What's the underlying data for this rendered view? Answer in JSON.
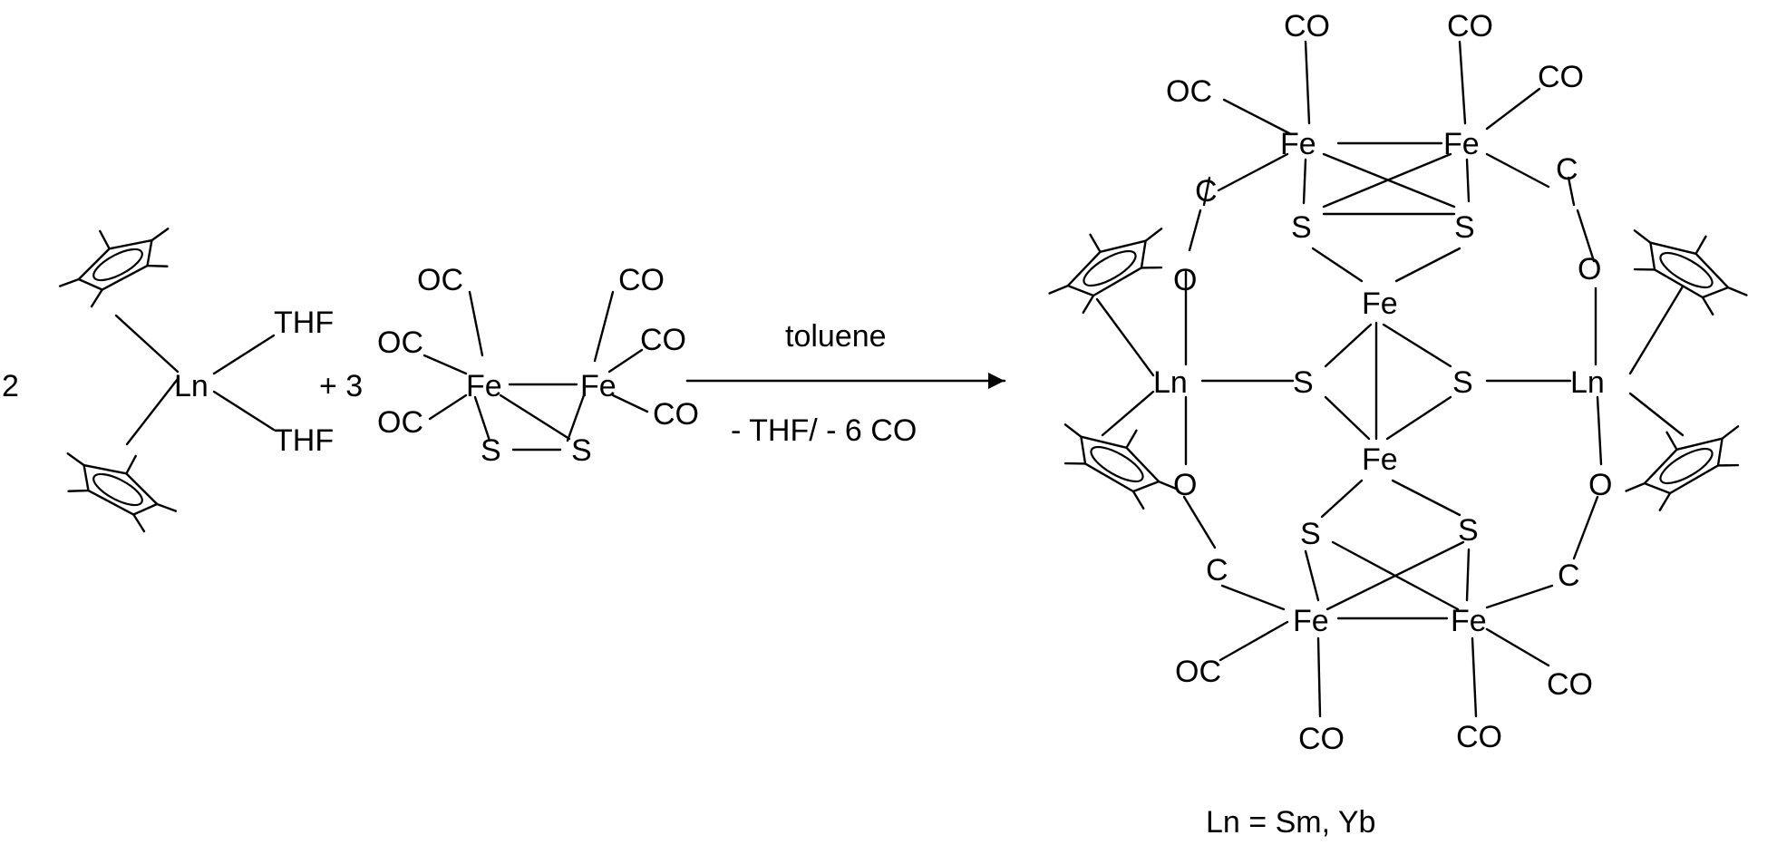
{
  "reactant_coefficient": "2",
  "plus_fe2s2": "+ 3",
  "metal": "Ln",
  "iron": "Fe",
  "sulfur": "S",
  "oxygen": "O",
  "carbon": "C",
  "carbonyl_right": "CO",
  "carbonyl_left": "OC",
  "thf": "THF",
  "condition_above": "toluene",
  "condition_below": "- THF/ - 6 CO",
  "footnote": "Ln = Sm, Yb",
  "colors": {
    "ink": "#000000",
    "background": "#ffffff"
  }
}
